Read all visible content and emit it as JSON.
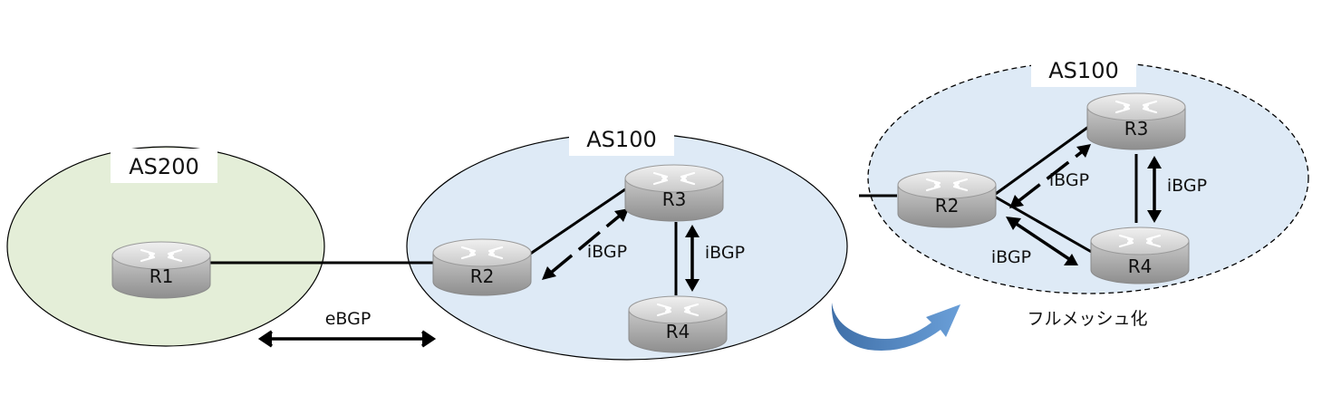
{
  "colors": {
    "as200_fill": "#e4eed8",
    "as100_fill": "#deeaf6",
    "line": "#000000",
    "router_top": "#dcdcdc",
    "router_side": "#a6a6a6",
    "curved_arrow": "#4f83be"
  },
  "icons": {
    "router": "router-icon",
    "curved_arrow": "curved-arrow-icon"
  },
  "left_diagram": {
    "as200": {
      "label": "AS200"
    },
    "as100": {
      "label": "AS100"
    },
    "routers": {
      "r1": "R1",
      "r2": "R2",
      "r3": "R3",
      "r4": "R4"
    },
    "ebgp_label": "eBGP",
    "ibgp_r2_r3": "iBGP",
    "ibgp_r3_r4": "iBGP"
  },
  "right_diagram": {
    "as100": {
      "label": "AS100"
    },
    "routers": {
      "r2": "R2",
      "r3": "R3",
      "r4": "R4"
    },
    "ibgp_r2_r3": "iBGP",
    "ibgp_r3_r4": "iBGP",
    "ibgp_r2_r4": "iBGP",
    "caption": "フルメッシュ化"
  }
}
